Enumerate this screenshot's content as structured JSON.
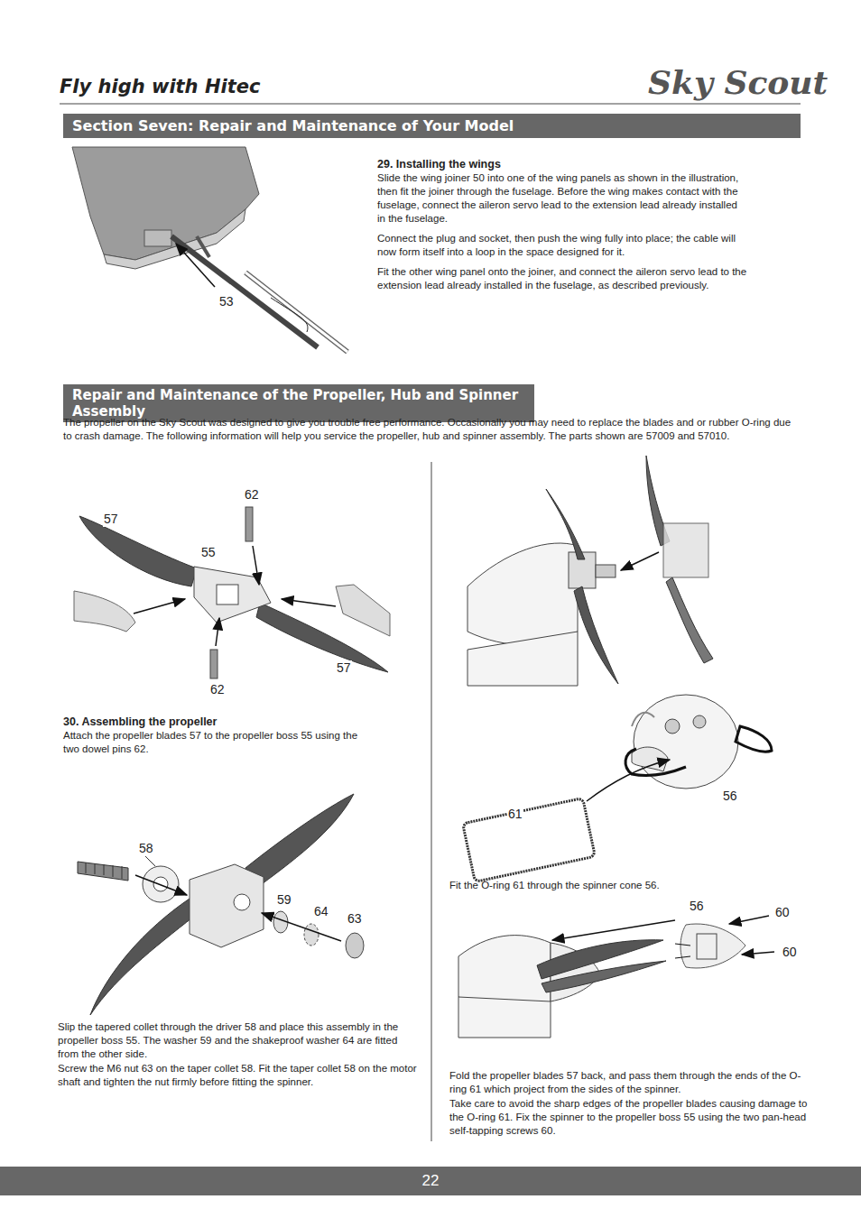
{
  "diagram": {
    "nodes": [
      {
        "text": [
          "Section Seven:  Repair and Maintenance of Your Model"
        ]
      },
      {
        "text": [
          "Repair and Maintenance of the Propeller, Hub and Spinner Assembly"
        ]
      },
      {
        "text": [
          "22"
        ]
      }
    ],
    "labels": [
      "Fly high with Hitec",
      "Sky Scout",
      "29. Installing the wings",
      "Slide the wing joiner 50 into one of the wing panels as shown in the illustration, then fit the joiner through the fuselage. Before the wing makes contact with the fuselage, connect the aileron servo lead to the extension lead already installed in the fuselage.",
      "Connect the plug and socket, then push the wing fully into place; the cable will now form itself into a loop in the space designed for it.",
      "Fit the other wing panel onto the joiner, and connect the aileron servo lead to the extension lead already installed in the fuselage, as described previously.",
      "53",
      "The propeller on the Sky Scout was designed to give you trouble free performance. Occasionally you may need to replace the blades and or rubber O-ring due to crash damage. The following information will help you service the propeller, hub and spinner assembly. The parts shown are 57009 and 57010.",
      "62",
      "57",
      "55",
      "57",
      "62",
      "30. Assembling the propeller",
      "Attach the propeller blades 57 to the propeller boss 55 using the two dowel pins 62.",
      "58",
      "59",
      "64",
      "63",
      "Slip the tapered collet through the driver 58 and place this assembly in the propeller boss 55. The washer 59 and the shakeproof washer 64 are fitted from the other side.",
      "Screw the M6 nut 63 on the taper collet 58. Fit the taper collet 58 on the motor shaft and tighten the nut firmly before fitting the spinner.",
      "56",
      "61",
      "Fit the O-ring 61 through the spinner cone 56.",
      "56",
      "60",
      "60",
      "Fold the propeller blades 57 back, and pass them through the ends of the O-ring 61 which project from the sides of the spinner.",
      "Take care to avoid the sharp edges of the propeller blades causing damage to the O-ring 61. Fix the spinner to the propeller boss 55 using the two pan-head self-tapping screws 60."
    ]
  }
}
